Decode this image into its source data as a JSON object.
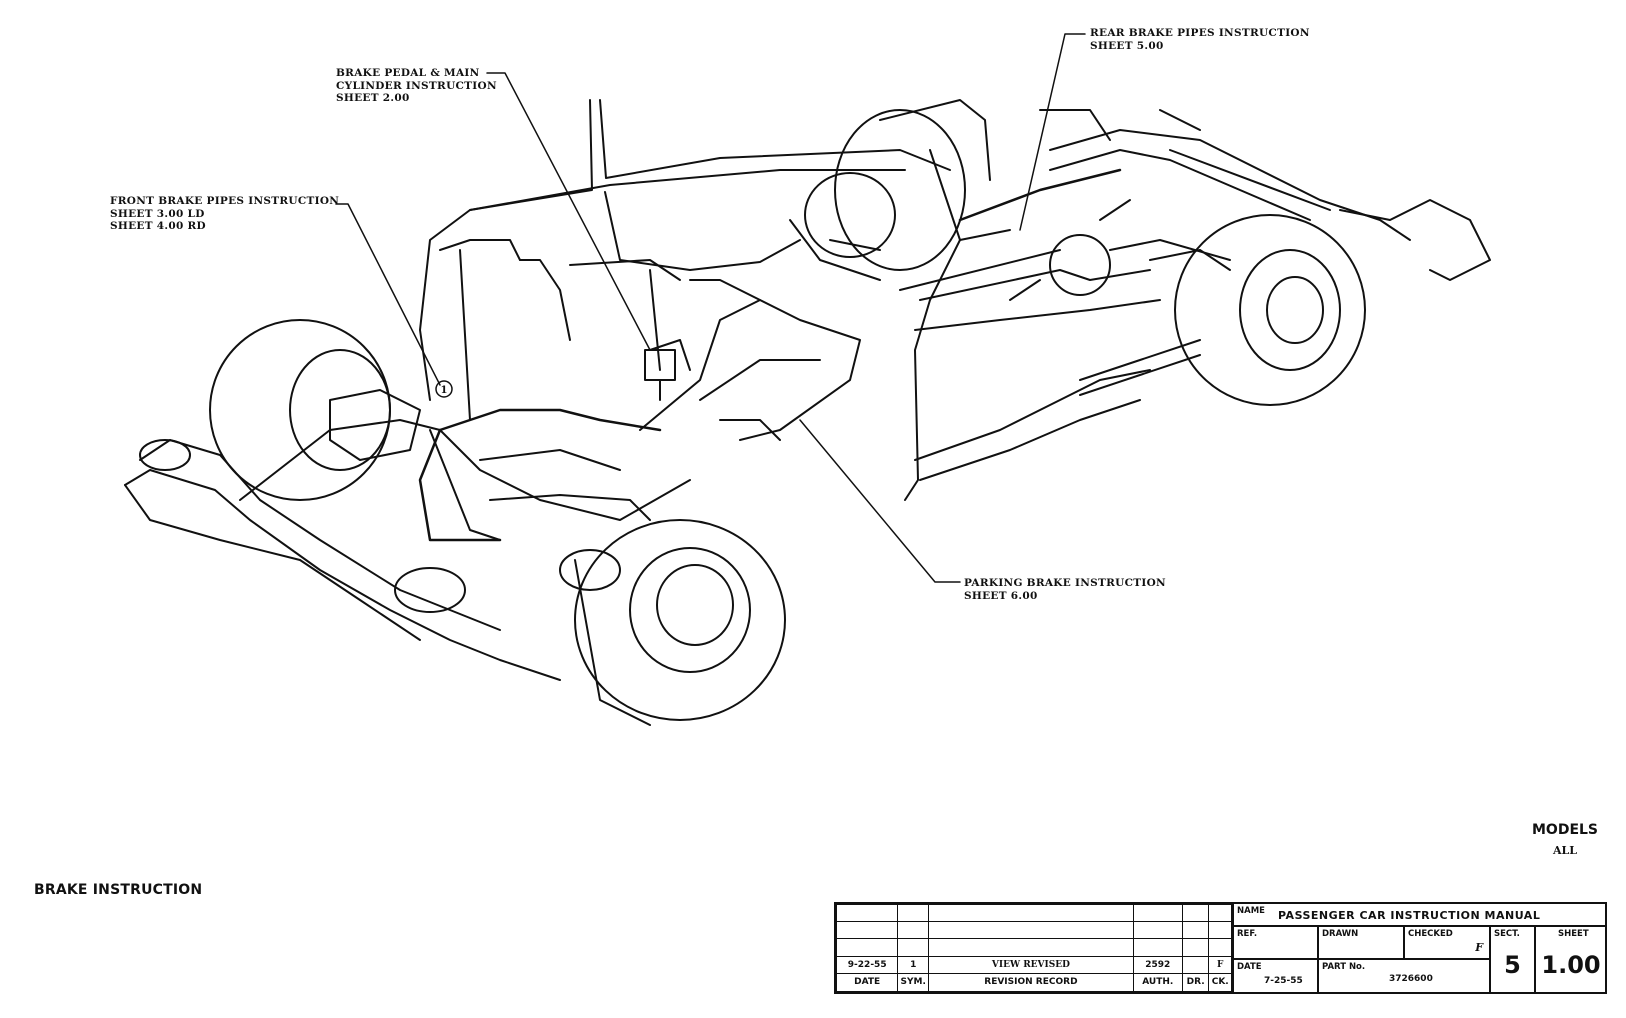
{
  "callouts": {
    "rear_brake_pipes": {
      "line1": "REAR BRAKE PIPES INSTRUCTION",
      "line2": "SHEET 5.00"
    },
    "brake_pedal": {
      "line1": "BRAKE PEDAL & MAIN",
      "line2": "CYLINDER INSTRUCTION",
      "line3": "SHEET 2.00"
    },
    "front_brake_pipes": {
      "line1": "FRONT BRAKE PIPES INSTRUCTION",
      "line2": "SHEET 3.00 LD",
      "line3": "SHEET 4.00 RD"
    },
    "parking_brake": {
      "line1": "PARKING BRAKE INSTRUCTION",
      "line2": "SHEET 6.00"
    },
    "circle_marker": "1"
  },
  "page_title": "BRAKE INSTRUCTION",
  "models": {
    "label": "MODELS",
    "value": "ALL"
  },
  "title_block": {
    "revision": {
      "date": "9-22-55",
      "sym": "1",
      "description": "VIEW REVISED",
      "auth": "2592",
      "dr": "",
      "ck": "F",
      "headers": {
        "date": "DATE",
        "sym": "SYM.",
        "record": "REVISION RECORD",
        "auth": "AUTH.",
        "dr": "DR.",
        "ck": "CK."
      }
    },
    "name_label": "NAME",
    "name_value": "PASSENGER CAR INSTRUCTION MANUAL",
    "ref_label": "REF.",
    "drawn_label": "DRAWN",
    "checked_label": "CHECKED",
    "checked_value": "F",
    "date_label": "DATE",
    "date_value": "7-25-55",
    "part_label": "PART No.",
    "part_value": "3726600",
    "sect_label": "SECT.",
    "sect_value": "5",
    "sheet_label": "SHEET",
    "sheet_value": "1.00"
  }
}
